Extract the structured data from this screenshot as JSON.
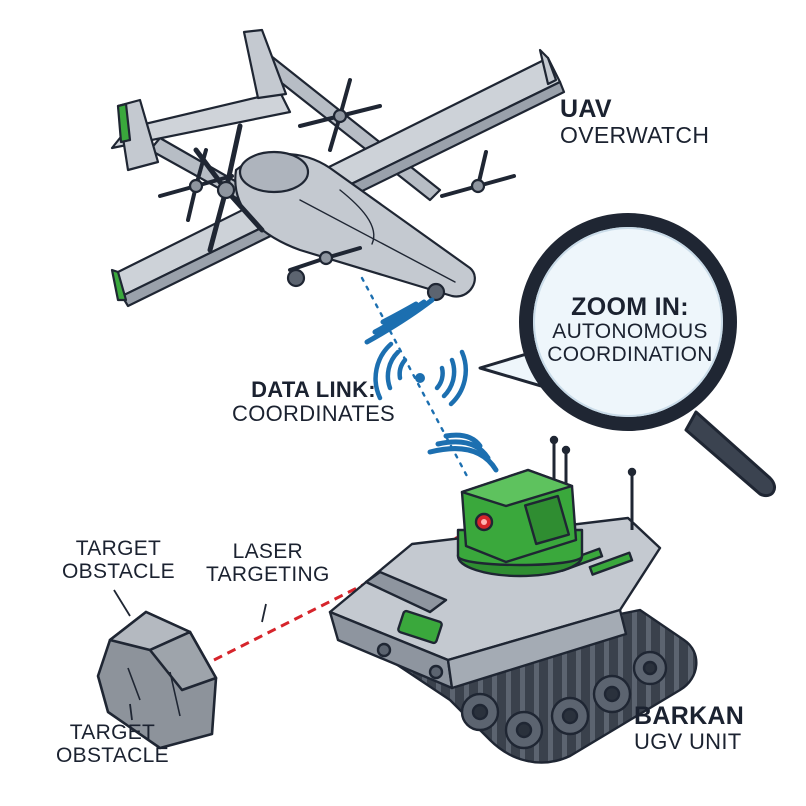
{
  "labels": {
    "uav": {
      "title": "UAV",
      "subtitle": "OVERWATCH"
    },
    "data_link": {
      "title": "DATA LINK:",
      "subtitle": "COORDINATES"
    },
    "zoom": {
      "title": "ZOOM IN:",
      "line1": "AUTONOMOUS",
      "line2": "COORDINATION"
    },
    "laser": {
      "line1": "LASER",
      "line2": "TARGETING"
    },
    "target_top": {
      "line1": "TARGET",
      "line2": "OBSTACLE"
    },
    "target_bottom": {
      "line1": "TARGET",
      "line2": "OBSTACLE"
    },
    "ugv": {
      "title": "BARKAN",
      "subtitle": "UGV UNIT"
    }
  },
  "colors": {
    "outline": "#1f2633",
    "metal": "#c4c9d0",
    "metal_dark": "#8e959f",
    "accent_green": "#3aa83c",
    "signal_blue": "#1c6fb0",
    "laser_red": "#d6242b",
    "rock": "#8d939b",
    "lens": "#eef6fb"
  },
  "icons": [
    "drone-icon",
    "wifi-signal-icon",
    "magnifier-icon",
    "ugv-tank-icon",
    "rock-icon"
  ]
}
